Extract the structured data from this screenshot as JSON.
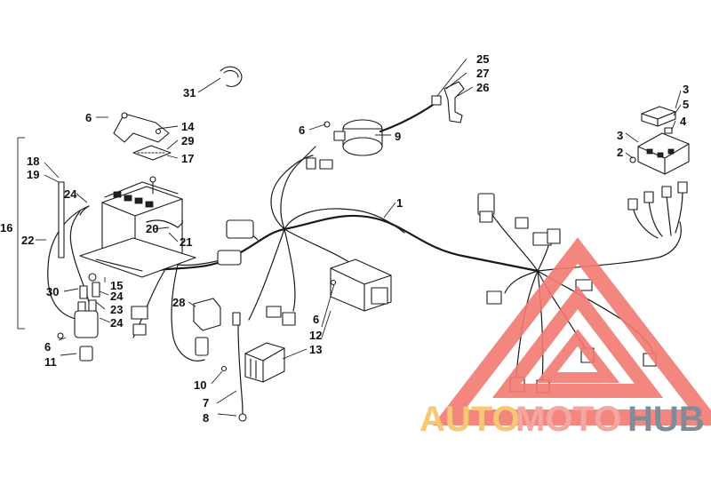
{
  "callouts": {
    "c1": "1",
    "c2": "2",
    "c3a": "3",
    "c3b": "3",
    "c4": "4",
    "c5": "5",
    "c6a": "6",
    "c6b": "6",
    "c6c": "6",
    "c6d": "6",
    "c7": "7",
    "c8": "8",
    "c9": "9",
    "c10": "10",
    "c11": "11",
    "c12": "12",
    "c13": "13",
    "c14": "14",
    "c15": "15",
    "c16": "16",
    "c17": "17",
    "c18": "18",
    "c19": "19",
    "c20": "20",
    "c21": "21",
    "c22": "22",
    "c23": "23",
    "c24a": "24",
    "c24b": "24",
    "c24c": "24",
    "c25": "25",
    "c26": "26",
    "c27": "27",
    "c28": "28",
    "c29": "29",
    "c30": "30",
    "c31": "31"
  },
  "watermark": {
    "part1": "AUTO",
    "part2": "MOTO",
    "part3": "HUB",
    "color_auto": "#f7c873",
    "color_moto": "#f4a6a0",
    "color_hub": "#7f8c99",
    "logo_color": "#f27a72"
  }
}
